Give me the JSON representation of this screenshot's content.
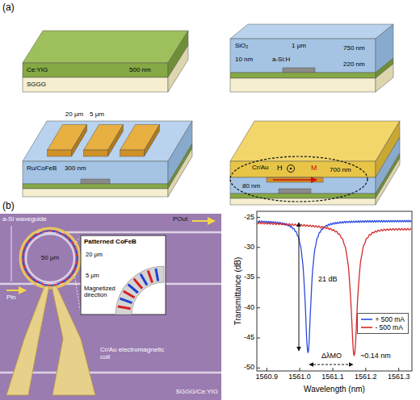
{
  "diagram": {
    "labels": [
      "(a)",
      "Ce:YIG",
      "SGGG",
      "500 nm",
      "SiO₂",
      "1 μm",
      "750 nm",
      "10 nm",
      "a-Si:H",
      "220 nm",
      "20 μm",
      "5 μm",
      "Ru/CoFeB",
      "300 nm",
      "Cr/Au",
      "700 nm",
      "H",
      "M",
      "80 nm",
      "(b)",
      "POut",
      "Pin",
      "a-Si waveguide",
      "50 μm",
      "Patterned CoFeB",
      "20 μm",
      "5 μm",
      "Magnetized direction",
      "Cr/Au electromagnetic coil",
      "SGGG/Ce:YIG",
      "-25",
      "-30",
      "-35",
      "-40",
      "-45",
      "-50",
      "1560.9",
      "1561.0",
      "1561.1",
      "1561.2",
      "1561.3",
      "Transmittance (dB)",
      "Wavelength (nm)",
      "21 dB",
      "ΔλMO",
      "~0.14 nm"
    ],
    "legend": [
      {
        "text": "+ 500 mA"
      },
      {
        "text": "- 500 mA"
      }
    ]
  }
}
